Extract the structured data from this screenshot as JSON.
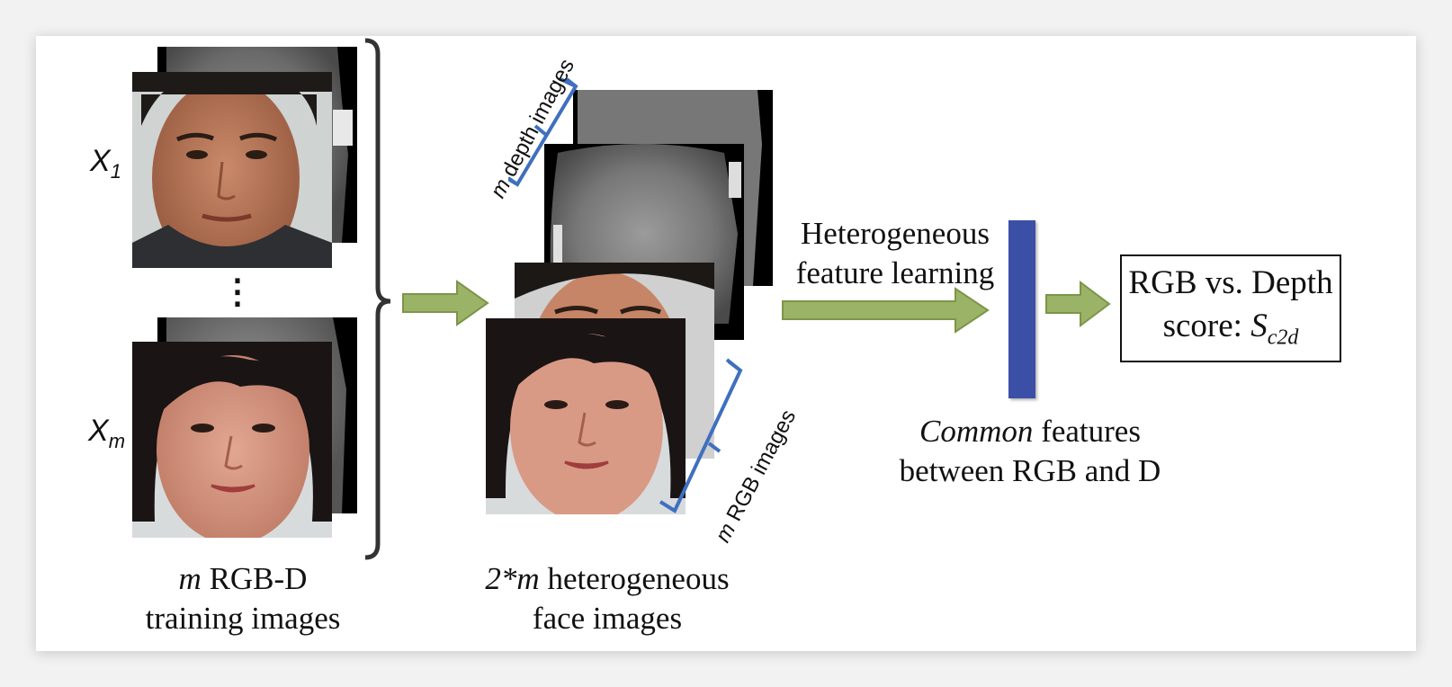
{
  "left_column": {
    "x1_label": "X",
    "x1_sub": "1",
    "xm_label": "X",
    "xm_sub": "m",
    "ellipsis": "⋮",
    "caption_italic": "m",
    "caption_line1_rest": " RGB-D",
    "caption_line2": "training images"
  },
  "middle_column": {
    "depth_bracket_italic": "m",
    "depth_bracket_rest": " depth images",
    "rgb_bracket_italic": "m",
    "rgb_bracket_rest": " RGB images",
    "caption_italic": "2*m",
    "caption_line1_rest": " heterogeneous",
    "caption_line2": "face images"
  },
  "learning": {
    "line1": "Heterogeneous",
    "line2": "feature learning"
  },
  "common_features": {
    "italic": "Common",
    "line1_rest": " features",
    "line2": "between RGB and D"
  },
  "score_box": {
    "line1": "RGB vs. Depth",
    "line2_prefix": "score: ",
    "symbol": "S",
    "subscript": "c2d"
  },
  "colors": {
    "arrow_fill": "#9bb366",
    "arrow_stroke": "#7d9548",
    "feature_bar": "#3c4fa6",
    "bracket_blue": "#3f6fbf"
  }
}
